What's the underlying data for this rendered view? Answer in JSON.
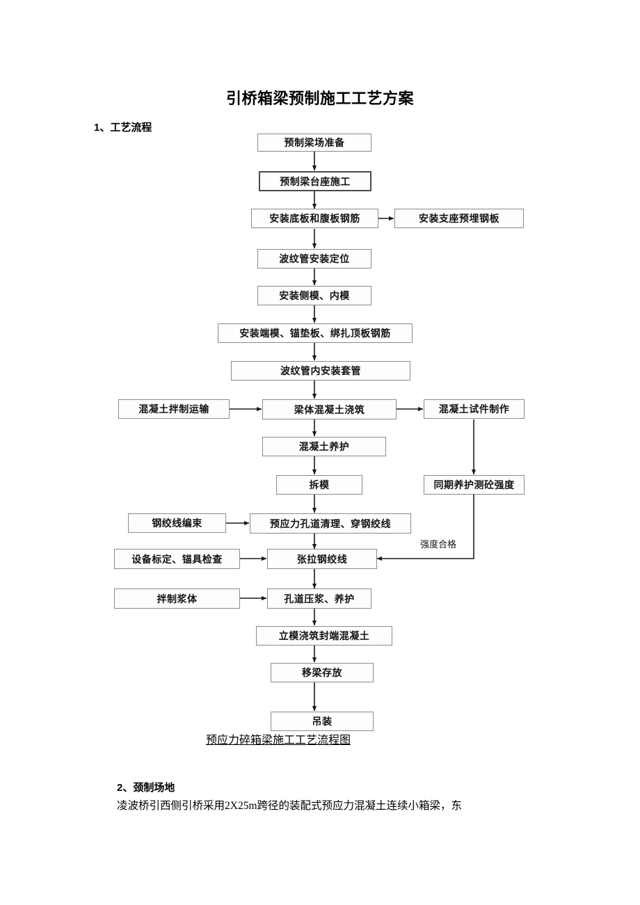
{
  "document": {
    "title": "引桥箱梁预制施工工艺方案"
  },
  "sections": [
    {
      "number": "1、",
      "heading": "工艺流程"
    },
    {
      "number": "2、",
      "heading": "颈制场地"
    }
  ],
  "flowchart": {
    "caption": "预应力碎箱梁施工工艺流程图",
    "edge_labels": [
      {
        "text": "强度合格"
      }
    ],
    "nodes": [
      {
        "id": "n1",
        "label": "预制梁场准备"
      },
      {
        "id": "n2",
        "label": "预制梁台座施工"
      },
      {
        "id": "n3",
        "label": "安装底板和腹板钢筋"
      },
      {
        "id": "n4",
        "label": "安装支座预埋钢板"
      },
      {
        "id": "n5",
        "label": "波纹管安装定位"
      },
      {
        "id": "n6",
        "label": "安装侧模、内模"
      },
      {
        "id": "n7",
        "label": "安装端模、锚垫板、绑扎顶板钢筋"
      },
      {
        "id": "n8",
        "label": "波纹管内安装套管"
      },
      {
        "id": "n9",
        "label": "混凝土拌制运输"
      },
      {
        "id": "n10",
        "label": "梁体混凝土浇筑"
      },
      {
        "id": "n11",
        "label": "混凝土试件制作"
      },
      {
        "id": "n12",
        "label": "混凝土养护"
      },
      {
        "id": "n13",
        "label": "拆模"
      },
      {
        "id": "n14",
        "label": "同期养护测砼强度"
      },
      {
        "id": "n15",
        "label": "钢绞线编束"
      },
      {
        "id": "n16",
        "label": "预应力孔道清理、穿钢绞线"
      },
      {
        "id": "n17",
        "label": "设备标定、锚具检查"
      },
      {
        "id": "n18",
        "label": "张拉钢绞线"
      },
      {
        "id": "n19",
        "label": "拌制浆体"
      },
      {
        "id": "n20",
        "label": "孔道压浆、养护"
      },
      {
        "id": "n21",
        "label": "立模浇筑封端混凝土"
      },
      {
        "id": "n22",
        "label": "移梁存放"
      },
      {
        "id": "n23",
        "label": "吊装"
      }
    ]
  },
  "paragraphs": [
    {
      "text": "凌波桥引西侧引桥采用2X25m跨径的装配式预应力混凝土连续小箱梁，东"
    }
  ]
}
